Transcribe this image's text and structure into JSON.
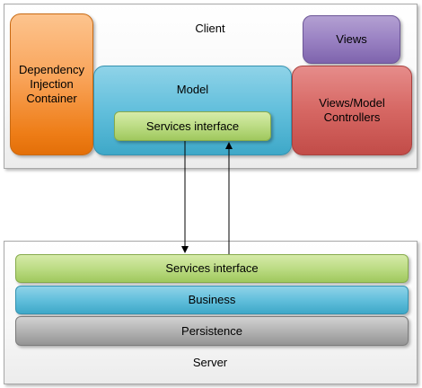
{
  "client": {
    "title": "Client",
    "di_container": "Dependency\nInjection\nContainer",
    "model": "Model",
    "services_interface": "Services interface",
    "views": "Views",
    "view_model_controllers": "Views/Model\nControllers"
  },
  "server": {
    "title": "Server",
    "services_interface": "Services interface",
    "business": "Business",
    "persistence": "Persistence"
  },
  "colors": {
    "di_container": "#f0821f",
    "model": "#4eb3d3",
    "services_interface": "#b5d67c",
    "views": "#9a82c3",
    "view_model_controllers": "#d16461",
    "business": "#4eb3d3",
    "persistence": "#a6a6a6"
  }
}
